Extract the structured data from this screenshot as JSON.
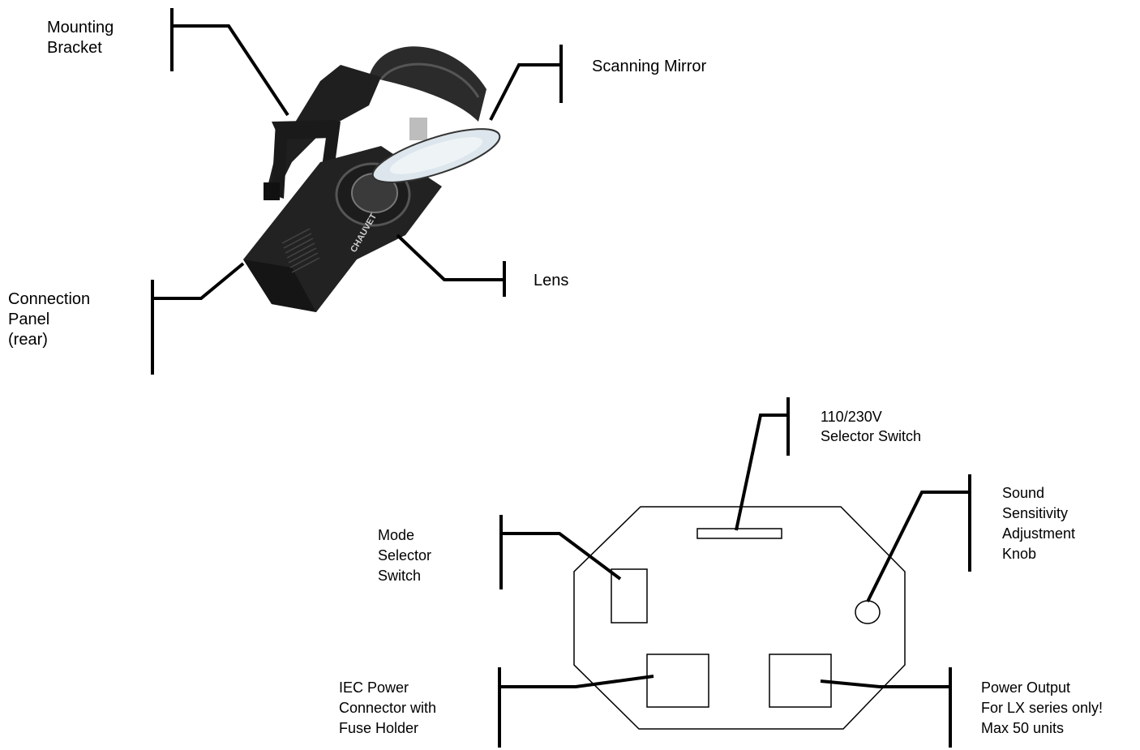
{
  "labels": {
    "mounting_bracket": "Mounting\nBracket",
    "scanning_mirror": "Scanning Mirror",
    "lens": "Lens",
    "connection_panel": "Connection\nPanel\n(rear)",
    "selector_switch": "110/230V\nSelector Switch",
    "sound_knob": "Sound\nSensitivity\nAdjustment\nKnob",
    "mode_switch": "Mode\nSelector\nSwitch",
    "iec_power": "IEC Power\nConnector with\nFuse Holder",
    "power_output": "Power Output\nFor LX series only!\nMax 50 units"
  },
  "logo_text": "CHAUVET",
  "colors": {
    "line": "#000000",
    "fixture_dark": "#2a2a2a",
    "mirror": "#d9e4ea"
  }
}
